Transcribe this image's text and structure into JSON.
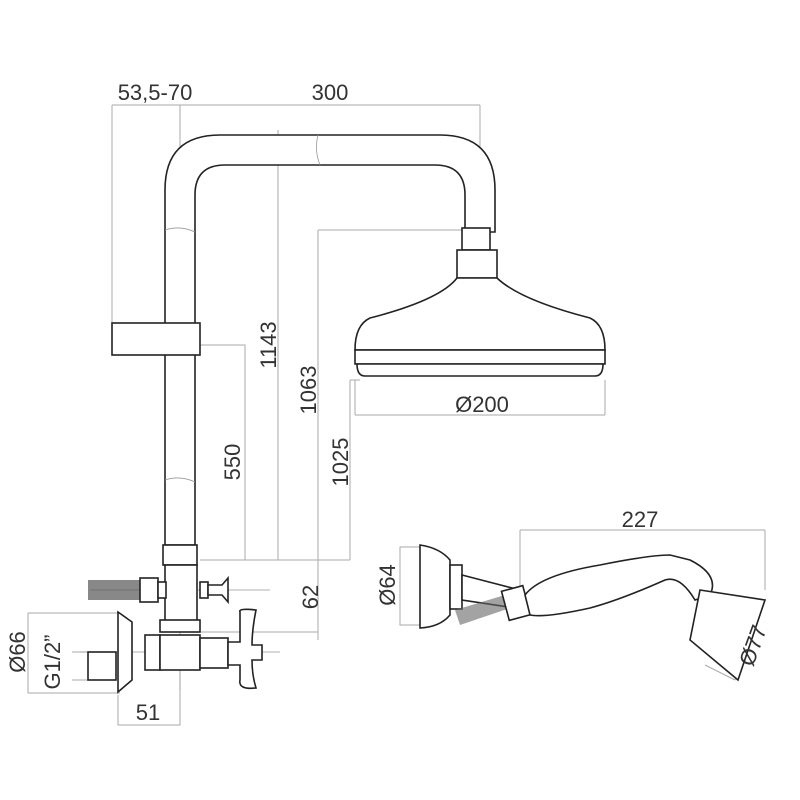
{
  "dimensions": {
    "bracket_offset": "53,5-70",
    "arm_length": "300",
    "height_1143": "1143",
    "height_1063": "1063",
    "height_550": "550",
    "height_1025": "1025",
    "head_diameter": "Ø200",
    "height_62": "62",
    "hand_length": "227",
    "hand_holder_diameter": "Ø64",
    "hand_head_diameter": "Ø77",
    "flange_diameter": "Ø66",
    "thread": "G1/2”",
    "valve_depth": "51"
  }
}
